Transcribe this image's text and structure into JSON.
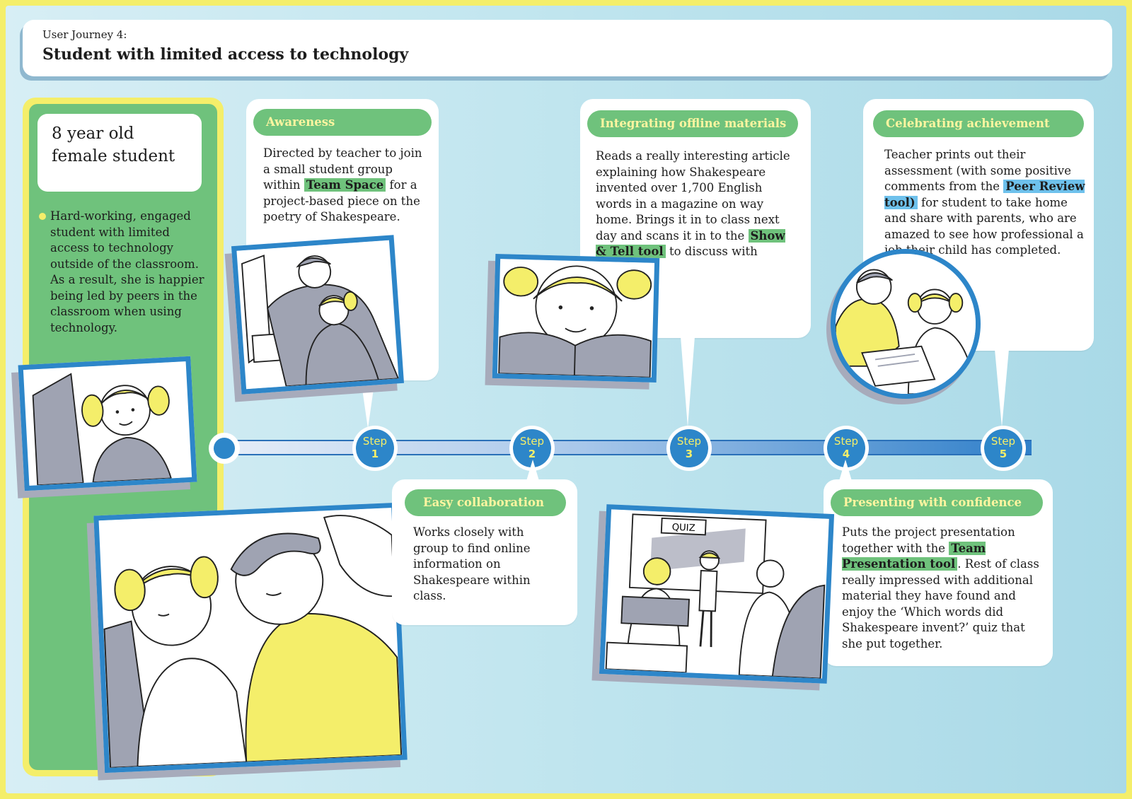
{
  "header": {
    "subtitle": "User Journey 4:",
    "title": "Student with limited access to technology"
  },
  "persona": {
    "name": "8 year old female student",
    "description": "Hard-working, engaged student with limited access to technology outside of the classroom. As a result, she is happier being led by peers in the classroom when using technology."
  },
  "steps": [
    {
      "label": "Step",
      "number": "1"
    },
    {
      "label": "Step",
      "number": "2"
    },
    {
      "label": "Step",
      "number": "3"
    },
    {
      "label": "Step",
      "number": "4"
    },
    {
      "label": "Step",
      "number": "5"
    }
  ],
  "cards": {
    "awareness": {
      "title": "Awareness",
      "text_before": "Directed by teacher to join a small student group within ",
      "highlight": "Team Space",
      "text_after": " for a project-based piece on the poetry of Shakespeare."
    },
    "collaboration": {
      "title": "Easy collaboration",
      "text": "Works closely with group to find online information on Shakespeare within class."
    },
    "offline": {
      "title": "Integrating offline materials",
      "text_before": "Reads a really interesting article explaining how Shakespeare invented over 1,700 English words in a magazine on way home. Brings it in to class next day and scans it in to the ",
      "highlight": "Show & Tell tool",
      "text_after": " to discuss with group."
    },
    "presenting": {
      "title": "Presenting with confidence",
      "text_before": "Puts the project presentation together with the ",
      "highlight": "Team Presentation tool",
      "text_after": ". Rest of class really impressed with additional material they have found and enjoy the ‘Which words did Shakespeare invent?’ quiz that she put together."
    },
    "celebrating": {
      "title": "Celebrating achievement",
      "text_before": "Teacher prints out their assessment (with some positive comments from the ",
      "highlight": "Peer Review tool)",
      "text_after": " for student to take home and share with parents, who are amazed to see how professional a job their child has completed."
    }
  },
  "illustrations": {
    "quiz_sign": "QUIZ"
  },
  "colors": {
    "frame_blue": "#2d86c9",
    "accent_green": "#6fc27c",
    "accent_yellow": "#f4ee6a",
    "highlight_blue": "#6ec1ec"
  }
}
